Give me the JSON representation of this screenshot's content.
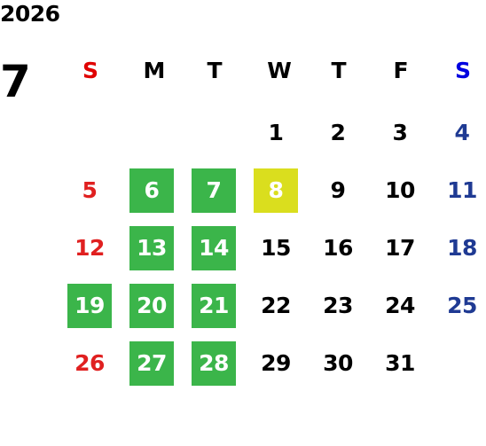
{
  "calendar": {
    "year": "2026",
    "month": "7",
    "weekdays": [
      {
        "label": "S",
        "color": "#e00000"
      },
      {
        "label": "M",
        "color": "#000000"
      },
      {
        "label": "T",
        "color": "#000000"
      },
      {
        "label": "W",
        "color": "#000000"
      },
      {
        "label": "T",
        "color": "#000000"
      },
      {
        "label": "F",
        "color": "#000000"
      },
      {
        "label": "S",
        "color": "#0000e0"
      }
    ],
    "colors": {
      "highlight_green": "#3bb54a",
      "highlight_yellow": "#dade1e",
      "sunday_text": "#e02020",
      "saturday_text": "#1f3a93"
    },
    "weeks": [
      [
        null,
        null,
        null,
        "1",
        "2",
        "3",
        "4"
      ],
      [
        "5",
        "6",
        "7",
        "8",
        "9",
        "10",
        "11"
      ],
      [
        "12",
        "13",
        "14",
        "15",
        "16",
        "17",
        "18"
      ],
      [
        "19",
        "20",
        "21",
        "22",
        "23",
        "24",
        "25"
      ],
      [
        "26",
        "27",
        "28",
        "29",
        "30",
        "31",
        null
      ]
    ],
    "highlighted_green_days": [
      "6",
      "7",
      "13",
      "14",
      "19",
      "20",
      "21",
      "27",
      "28"
    ],
    "highlighted_yellow_days": [
      "8"
    ]
  }
}
